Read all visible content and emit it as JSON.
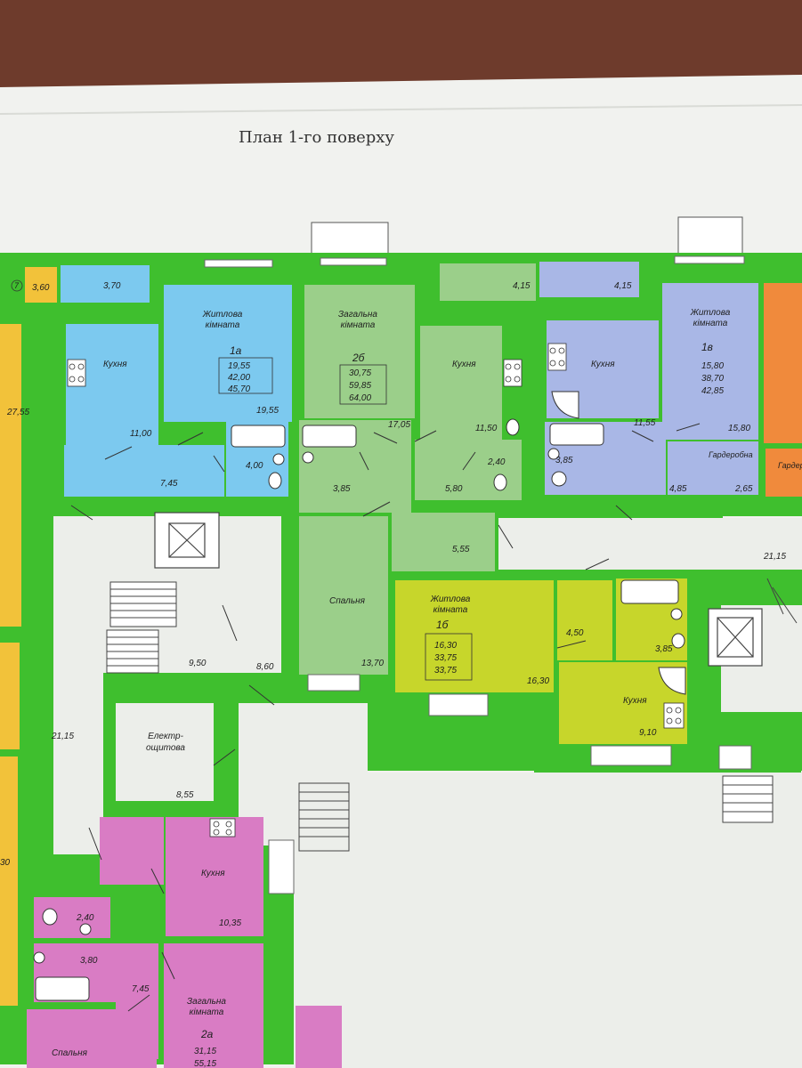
{
  "title": "План 1-го поверху",
  "colors": {
    "wood": "#6e3b2c",
    "paper": "#f2f3f0",
    "wall": "#3fbf2e",
    "apt_blue": "#7cc9ef",
    "apt_green": "#9bcf8a",
    "apt_lavender": "#a9b7e6",
    "apt_yellow": "#c7d62b",
    "apt_pink": "#d97cc4",
    "apt_orange": "#f08a3c",
    "apt_amber": "#f2c23a"
  },
  "rooms": {
    "balcony_left": "3,60",
    "balcony_left_num": "7",
    "left_big": "27,55",
    "left_mid": "21,15",
    "left_bottom": "30",
    "a1_balcony": "3,70",
    "a1_kitchen_label": "Кухня",
    "a1_kitchen_area": "11,00",
    "a1_living_label": "Житлова кімната",
    "a1_code": "1а",
    "a1_a1": "19,55",
    "a1_a2": "42,00",
    "a1_a3": "45,70",
    "a1_living_area": "19,55",
    "a1_hall": "7,45",
    "a1_bath": "4,00",
    "b2_living_label": "Загальна кімната",
    "b2_code": "2б",
    "b2_a1": "30,75",
    "b2_a2": "59,85",
    "b2_a3": "64,00",
    "b2_living_area": "17,05",
    "b2_kitchen_label": "Кухня",
    "b2_kitchen_area": "11,50",
    "b2_balcony": "4,15",
    "b2_bath": "3,85",
    "b2_wc": "2,40",
    "b2_hall": "5,80",
    "b2_corridor": "5,55",
    "b2_bedroom_label": "Спальня",
    "b2_bedroom_area": "13,70",
    "v1_balcony": "4,15",
    "v1_kitchen_label": "Кухня",
    "v1_kitchen_area": "11,55",
    "v1_living_label": "Житлова кімната",
    "v1_code": "1в",
    "v1_a1": "15,80",
    "v1_a2": "38,70",
    "v1_a3": "42,85",
    "v1_living_area": "15,80",
    "v1_bath": "3,85",
    "v1_hall": "4,85",
    "v1_wardrobe_label": "Гардеробна",
    "v1_wardrobe_area": "2,65",
    "orange_wardrobe_label": "Гардеробна",
    "b1_living_label": "Житлова кімната",
    "b1_code": "1б",
    "b1_a1": "16,30",
    "b1_a2": "33,75",
    "b1_a3": "33,75",
    "b1_living_area": "16,30",
    "b1_hall": "4,50",
    "b1_bath": "3,85",
    "b1_kitchen_label": "Кухня",
    "b1_kitchen_area": "9,10",
    "right_lobby": "21,15",
    "stair_area": "9,50",
    "hall_area": "8,60",
    "elec_label": "Електрощитова",
    "elec_area": "8,55",
    "a2_kitchen_label": "Кухня",
    "a2_kitchen_area": "10,35",
    "a2_wc": "2,40",
    "a2_bath": "3,80",
    "a2_hall": "7,45",
    "a2_living_label": "Загальна кімната",
    "a2_code": "2а",
    "a2_a1": "31,15",
    "a2_a2": "55,15",
    "a2_bedroom_label": "Спальня"
  }
}
